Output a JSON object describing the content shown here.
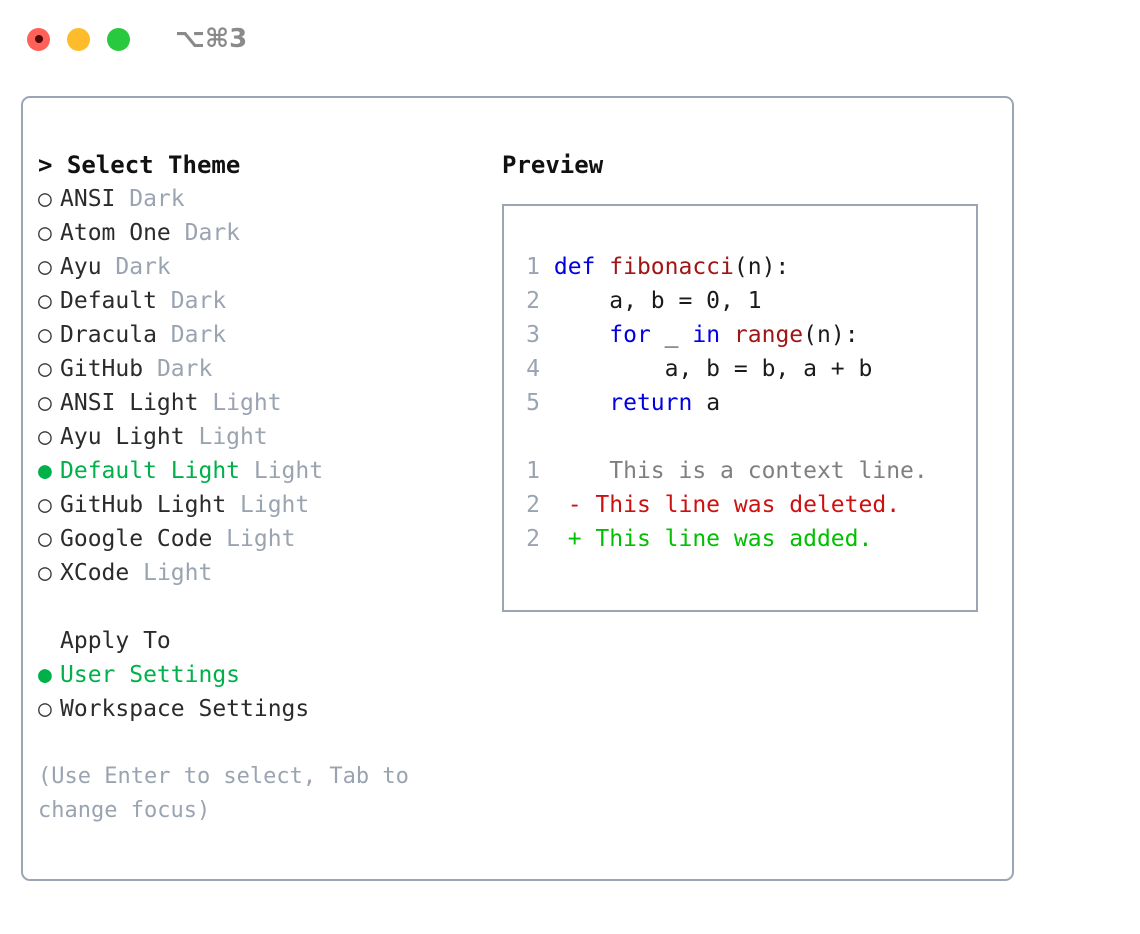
{
  "window": {
    "titlebar_label": "⌥⌘3",
    "traffic_lights": [
      "close",
      "minimize",
      "zoom"
    ]
  },
  "theme_panel": {
    "header": "Select Theme",
    "caret": ">",
    "bullet_selected": "●",
    "bullet_unselected": "○",
    "items": [
      {
        "label": "ANSI",
        "tag": "Dark",
        "selected": false
      },
      {
        "label": "Atom One",
        "tag": "Dark",
        "selected": false
      },
      {
        "label": "Ayu",
        "tag": "Dark",
        "selected": false
      },
      {
        "label": "Default",
        "tag": "Dark",
        "selected": false
      },
      {
        "label": "Dracula",
        "tag": "Dark",
        "selected": false
      },
      {
        "label": "GitHub",
        "tag": "Dark",
        "selected": false
      },
      {
        "label": "ANSI Light",
        "tag": "Light",
        "selected": false
      },
      {
        "label": "Ayu Light",
        "tag": "Light",
        "selected": false
      },
      {
        "label": "Default Light",
        "tag": "Light",
        "selected": true
      },
      {
        "label": "GitHub Light",
        "tag": "Light",
        "selected": false
      },
      {
        "label": "Google Code",
        "tag": "Light",
        "selected": false
      },
      {
        "label": "XCode",
        "tag": "Light",
        "selected": false
      }
    ],
    "apply_to": {
      "title": "Apply To",
      "options": [
        {
          "label": "User Settings",
          "selected": true
        },
        {
          "label": "Workspace Settings",
          "selected": false
        }
      ]
    },
    "hint": "(Use Enter to select, Tab to change focus)"
  },
  "preview": {
    "title": "Preview",
    "code_lines": [
      {
        "no": "1",
        "tokens": [
          {
            "t": "def ",
            "c": "kw"
          },
          {
            "t": "fibonacci",
            "c": "fn"
          },
          {
            "t": "(n):",
            "c": "txt"
          }
        ]
      },
      {
        "no": "2",
        "tokens": [
          {
            "t": "    a, b = 0, 1",
            "c": "txt"
          }
        ]
      },
      {
        "no": "3",
        "tokens": [
          {
            "t": "    ",
            "c": "txt"
          },
          {
            "t": "for",
            "c": "kw"
          },
          {
            "t": " _ ",
            "c": "txt"
          },
          {
            "t": "in",
            "c": "kw"
          },
          {
            "t": " ",
            "c": "txt"
          },
          {
            "t": "range",
            "c": "fn"
          },
          {
            "t": "(n):",
            "c": "txt"
          }
        ]
      },
      {
        "no": "4",
        "tokens": [
          {
            "t": "        a, b = b, a + b",
            "c": "txt"
          }
        ]
      },
      {
        "no": "5",
        "tokens": [
          {
            "t": "    ",
            "c": "txt"
          },
          {
            "t": "return",
            "c": "kw"
          },
          {
            "t": " a",
            "c": "txt"
          }
        ]
      }
    ],
    "diff_lines": [
      {
        "no": "1",
        "marker": " ",
        "text": "  This is a context line.",
        "kind": "ctx"
      },
      {
        "no": "2",
        "marker": "-",
        "text": " This line was deleted.",
        "kind": "del"
      },
      {
        "no": "2",
        "marker": "+",
        "text": " This line was added.",
        "kind": "add"
      }
    ]
  },
  "colors": {
    "accent_green": "#00b14a",
    "muted_gray": "#9aa4b1",
    "border": "#9aa6b4",
    "keyword_blue": "#0000e0",
    "function_red": "#a01515",
    "diff_delete": "#cc1111",
    "diff_add": "#00c000"
  }
}
